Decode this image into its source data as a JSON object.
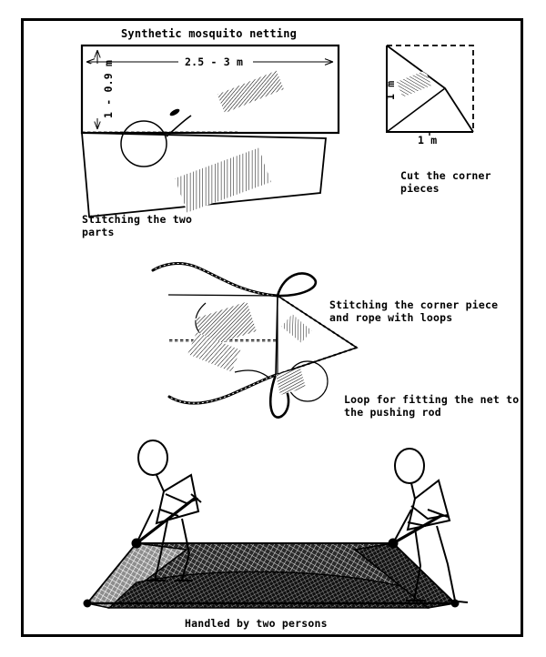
{
  "document": {
    "kind": "technical-instruction-diagram",
    "subject": "Construction of a push net from synthetic mosquito netting",
    "ink_color": "#000000",
    "background_color": "#ffffff",
    "border_color": "#000000"
  },
  "figures": {
    "netting_sheet": {
      "title": "Synthetic mosquito netting",
      "width_label": "2.5 - 3 m",
      "height_label": "1 - 0.9 m",
      "caption": "Stitching the two\nparts",
      "caption_line1": "Stitching the two",
      "caption_line2": "parts"
    },
    "corner_square": {
      "side_label_bottom": "1 m",
      "side_label_left": "1 m",
      "caption_line1": "Cut the corner",
      "caption_line2": "pieces"
    },
    "corner_piece": {
      "caption_stitching_line1": "Stitching the corner piece",
      "caption_stitching_line2": "and rope with loops",
      "caption_loop_line1": "Loop for fitting the net to",
      "caption_loop_line2": "the pushing rod"
    },
    "assembled_net": {
      "caption": "Handled by two persons",
      "operator_count": 2
    }
  }
}
